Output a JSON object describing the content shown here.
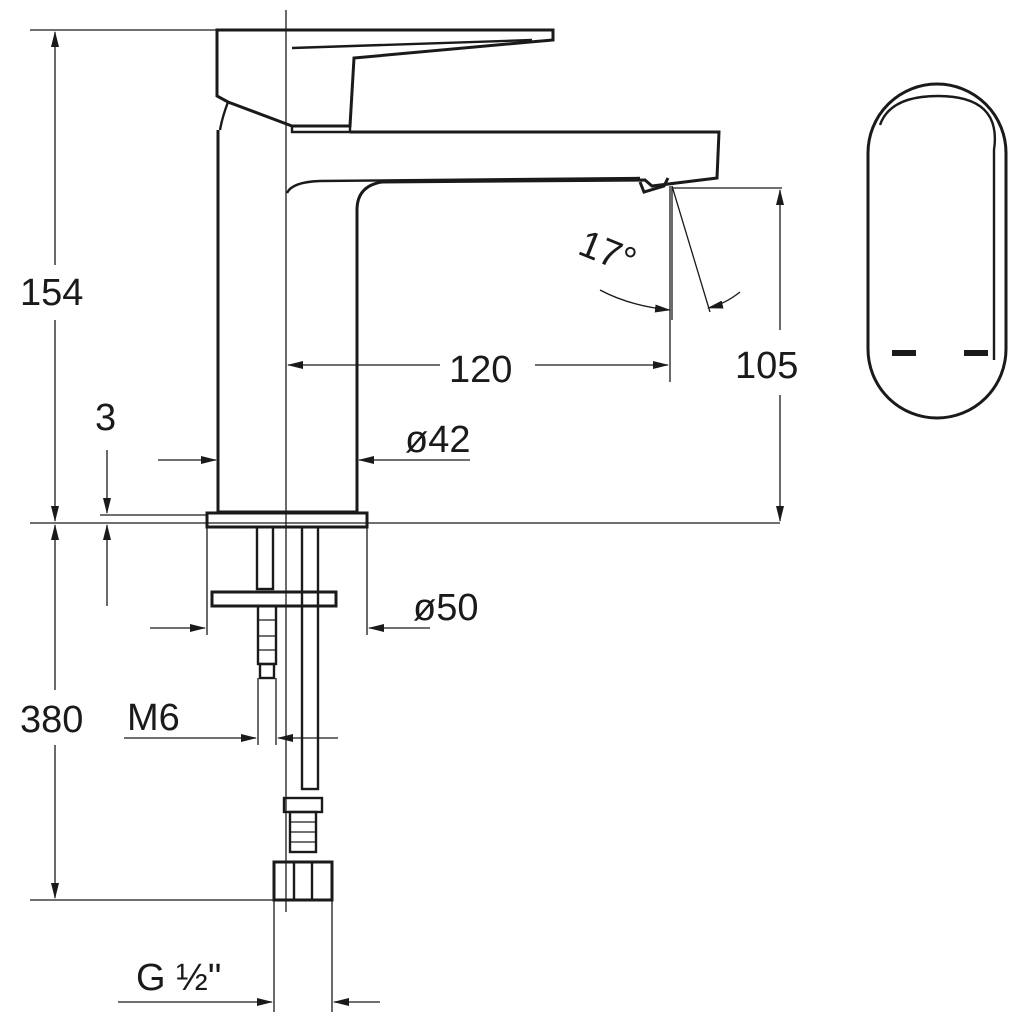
{
  "drawing": {
    "dimensions": {
      "total_height": "154",
      "spout_reach": "120",
      "outlet_height": "105",
      "spout_angle": "17°",
      "base_thickness": "3",
      "body_diameter": "ø42",
      "base_diameter": "ø50",
      "underside_length": "380",
      "stud_thread": "M6",
      "connector_thread_prefix": "G ",
      "connector_thread_fraction": "½",
      "connector_thread_suffix": "\""
    },
    "views": [
      "side-elevation",
      "top-view-handle"
    ],
    "colors": {
      "line": "#1a1a1a",
      "background": "#ffffff"
    }
  }
}
